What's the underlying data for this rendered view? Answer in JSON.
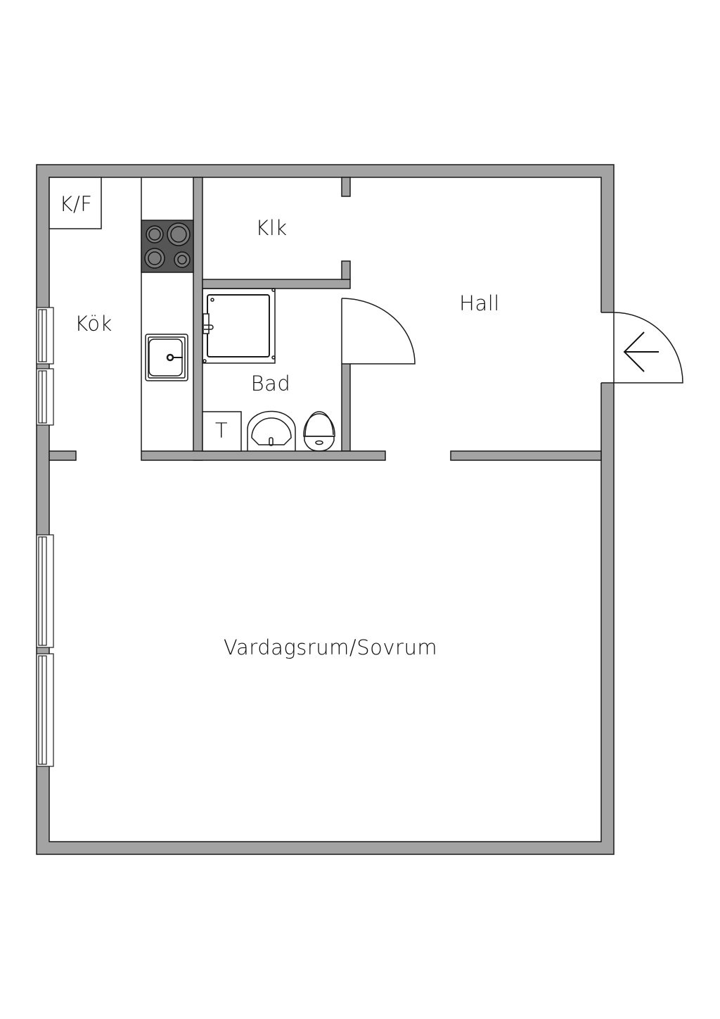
{
  "floorplan": {
    "wall_color": "#a3a3a3",
    "outline_color": "#1a1a1a",
    "appliance_dark": "#555555",
    "rooms": [
      {
        "id": "kok",
        "label": "Kök"
      },
      {
        "id": "klk",
        "label": "Klk"
      },
      {
        "id": "bad",
        "label": "Bad"
      },
      {
        "id": "hall",
        "label": "Hall"
      },
      {
        "id": "vardagsrum",
        "label": "Vardagsrum/Sovrum"
      }
    ],
    "fixtures": [
      {
        "id": "fridge-freezer",
        "label": "K/F"
      },
      {
        "id": "laundry",
        "label": "T"
      }
    ],
    "icons": {
      "entrance": "arrow-left-icon",
      "stove": "stove-icon",
      "sink": "sink-icon",
      "shower": "shower-icon",
      "washbasin": "washbasin-icon",
      "toilet": "toilet-icon"
    }
  }
}
